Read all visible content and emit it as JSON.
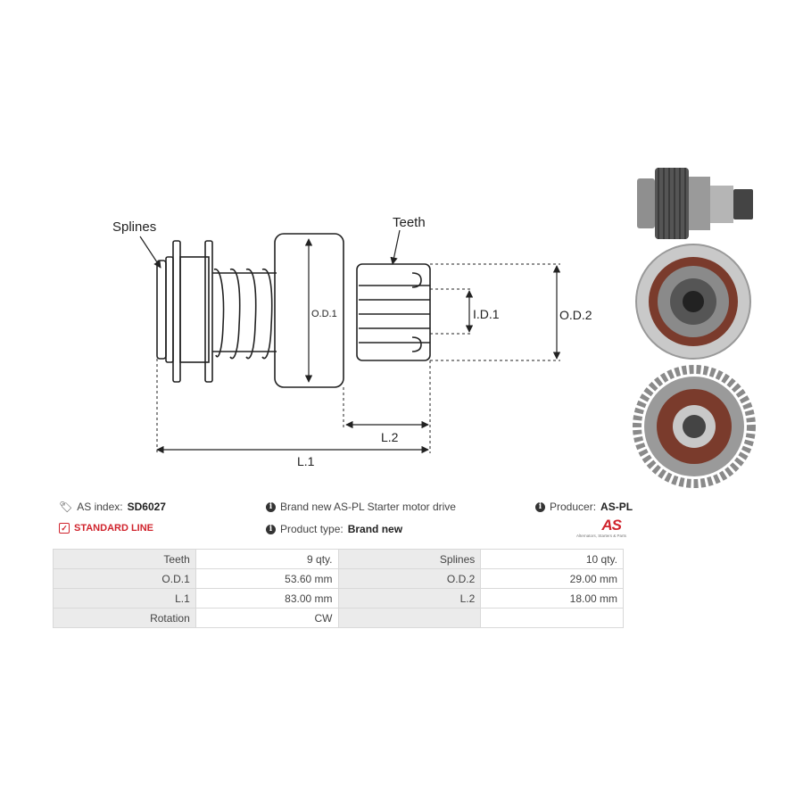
{
  "diagram": {
    "labels": {
      "splines": "Splines",
      "teeth": "Teeth",
      "od1": "O.D.1",
      "od2": "O.D.2",
      "id1": "I.D.1",
      "l1": "L.1",
      "l2": "L.2"
    }
  },
  "info": {
    "as_index_label": "AS index:",
    "as_index_value": "SD6027",
    "standard_line": "STANDARD LINE",
    "description": "Brand new AS-PL Starter motor drive",
    "product_type_label": "Product type:",
    "product_type_value": "Brand new",
    "producer_label": "Producer:",
    "producer_value": "AS-PL"
  },
  "logo": {
    "mark": "AS",
    "tagline": "Alternators, Starters & Parts"
  },
  "specs": {
    "rows": [
      {
        "k1": "Teeth",
        "v1": "9 qty.",
        "k2": "Splines",
        "v2": "10 qty."
      },
      {
        "k1": "O.D.1",
        "v1": "53.60 mm",
        "k2": "O.D.2",
        "v2": "29.00 mm"
      },
      {
        "k1": "L.1",
        "v1": "83.00 mm",
        "k2": "L.2",
        "v2": "18.00 mm"
      },
      {
        "k1": "Rotation",
        "v1": "CW",
        "k2": "",
        "v2": ""
      }
    ]
  },
  "colors": {
    "accent_red": "#d0242d",
    "table_key_bg": "#ebebeb",
    "line": "#222222"
  }
}
